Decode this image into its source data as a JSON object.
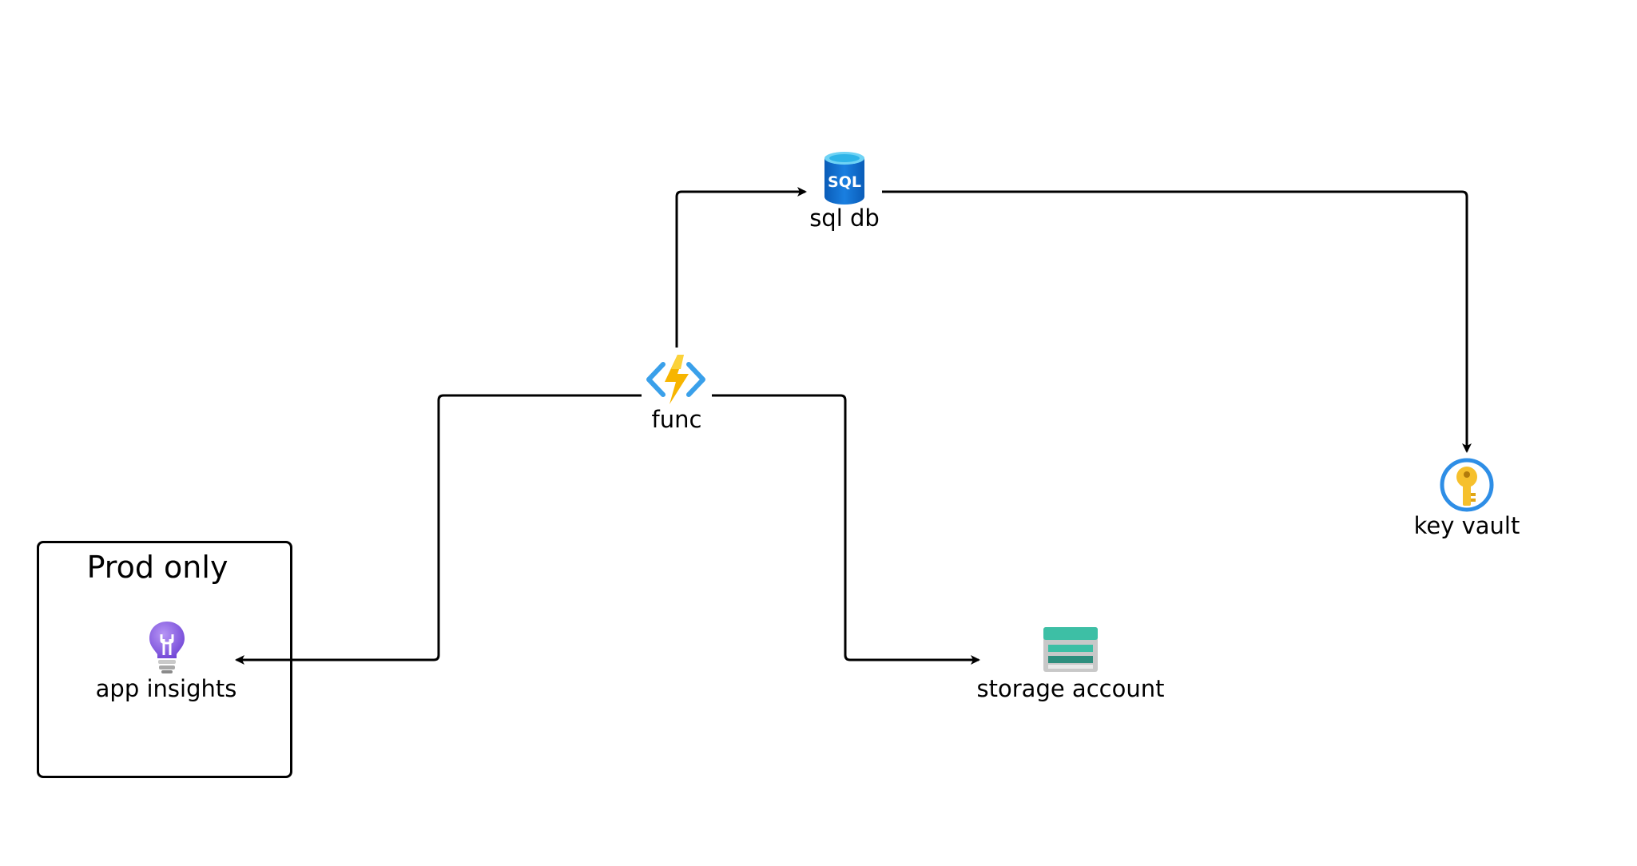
{
  "group": {
    "title": "Prod only"
  },
  "nodes": {
    "sql_db": {
      "label": "sql db",
      "icon": "sql-database-icon",
      "icon_text": "SQL"
    },
    "func": {
      "label": "func",
      "icon": "function-app-icon"
    },
    "key_vault": {
      "label": "key vault",
      "icon": "key-vault-icon"
    },
    "app_insights": {
      "label": "app insights",
      "icon": "app-insights-icon"
    },
    "storage_account": {
      "label": "storage account",
      "icon": "storage-account-icon"
    }
  },
  "edges": [
    {
      "from": "func",
      "to": "sql_db"
    },
    {
      "from": "sql_db",
      "to": "key_vault"
    },
    {
      "from": "func",
      "to": "app_insights"
    },
    {
      "from": "func",
      "to": "storage_account"
    }
  ],
  "colors": {
    "line": "#000000",
    "sql_blue": "#0a6ed1",
    "func_yellow": "#f7b500",
    "func_blue": "#3aa0ea",
    "key_gold": "#f6c02c",
    "vault_ring": "#2e8ee6",
    "insights_purple": "#8a5fe6",
    "storage_teal": "#3dbfa5"
  }
}
